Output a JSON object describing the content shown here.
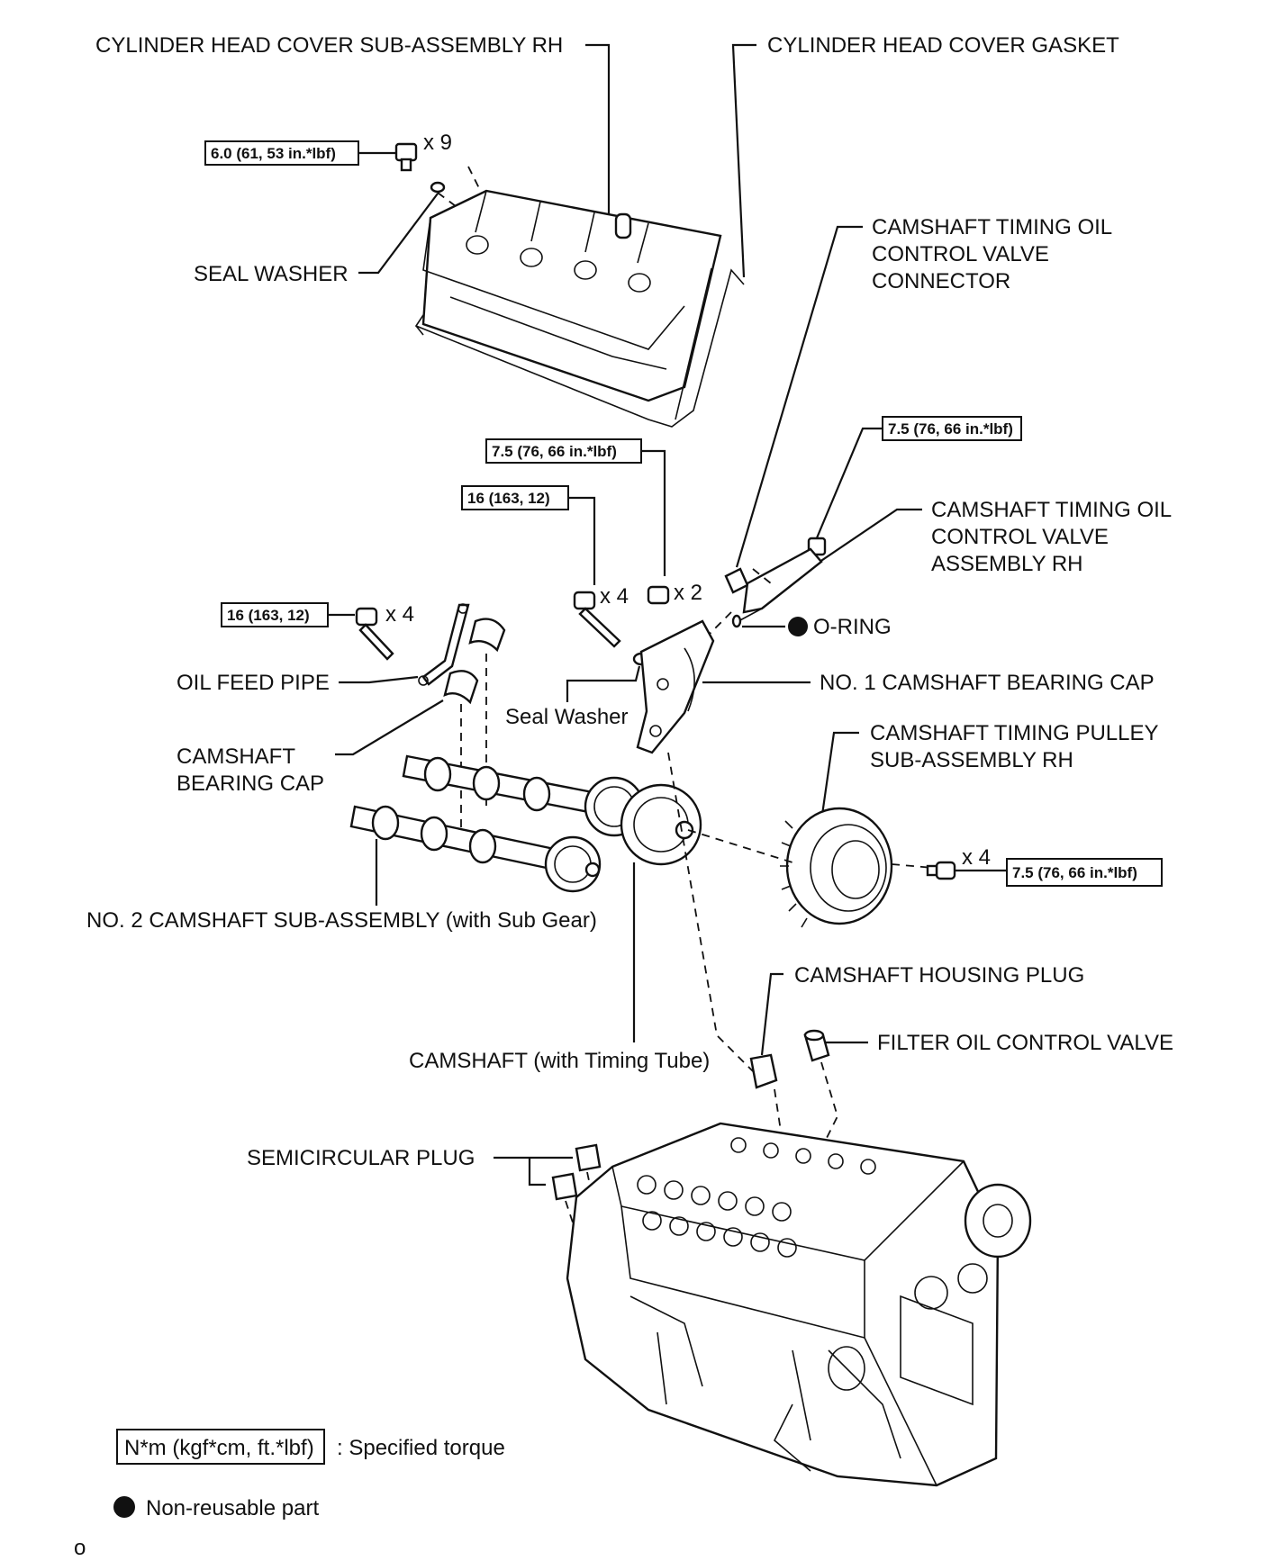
{
  "labels": {
    "cover_rh": "CYLINDER HEAD COVER SUB-ASSEMBLY RH",
    "cover_gasket": "CYLINDER HEAD COVER GASKET",
    "seal_washer_top": "SEAL WASHER",
    "connector_l1": "CAMSHAFT TIMING OIL",
    "connector_l2": "CONTROL VALVE",
    "connector_l3": "CONNECTOR",
    "valve_rh_l1": "CAMSHAFT TIMING OIL",
    "valve_rh_l2": "CONTROL VALVE",
    "valve_rh_l3": "ASSEMBLY RH",
    "o_ring": "O-RING",
    "no1_cap": "NO. 1 CAMSHAFT BEARING CAP",
    "oil_feed_pipe": "OIL FEED PIPE",
    "seal_washer_mid": "Seal Washer",
    "bearing_cap_l1": "CAMSHAFT",
    "bearing_cap_l2": "BEARING CAP",
    "pulley_l1": "CAMSHAFT TIMING PULLEY",
    "pulley_l2": "SUB-ASSEMBLY RH",
    "no2_camshaft": "NO. 2 CAMSHAFT SUB-ASSEMBLY (with Sub Gear)",
    "camshaft": "CAMSHAFT (with Timing Tube)",
    "housing_plug": "CAMSHAFT HOUSING PLUG",
    "filter_valve": "FILTER OIL CONTROL VALVE",
    "semicircular_plug": "SEMICIRCULAR PLUG"
  },
  "torques": {
    "cover_bolts": "6.0 (61, 53 in.*lbf)",
    "valve_bolt": "7.5 (76, 66 in.*lbf)",
    "connector_bolts": "7.5 (76, 66 in.*lbf)",
    "cap_bolts": "16 (163, 12)",
    "pipe_bolts": "16 (163, 12)",
    "pulley_bolts": "7.5 (76, 66 in.*lbf)"
  },
  "quantities": {
    "cover_bolts": "x 9",
    "connector_bolts": "x 2",
    "cap_bolts": "x 4",
    "pipe_bolts": "x 4",
    "pulley_bolts": "x 4"
  },
  "legend": {
    "torque_unit": "N*m (kgf*cm, ft.*lbf)",
    "torque_desc": ": Specified torque",
    "nonreusable_desc": "Non-reusable part"
  },
  "footer_mark": "o"
}
